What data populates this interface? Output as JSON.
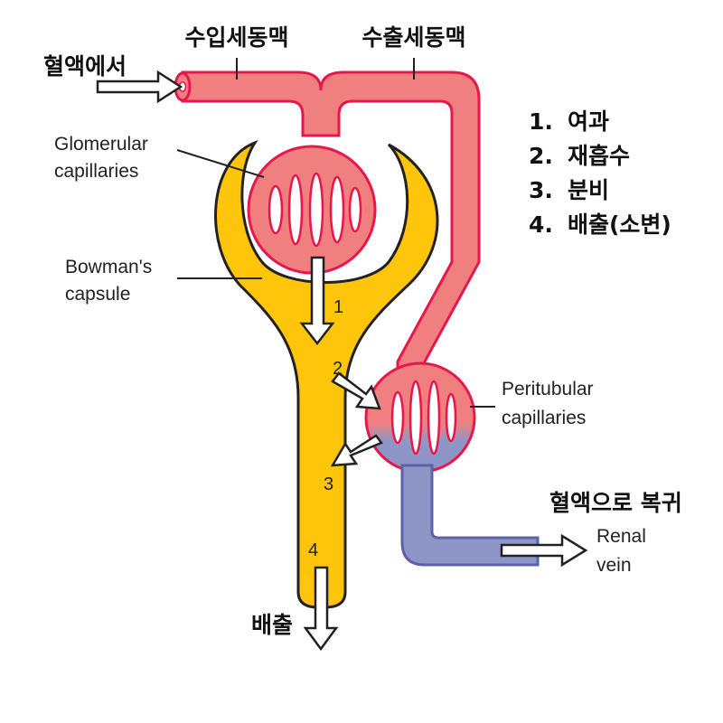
{
  "labels": {
    "from_blood": "혈액에서",
    "afferent": "수입세동맥",
    "efferent": "수출세동맥",
    "glomerular": [
      "Glomerular",
      "capillaries"
    ],
    "bowman": [
      "Bowman's",
      "capsule"
    ],
    "peritubular": [
      "Peritubular",
      "capillaries"
    ],
    "return_blood": "혈액으로 복귀",
    "renal_vein": [
      "Renal",
      "vein"
    ],
    "excretion": "배출"
  },
  "steps": [
    {
      "num": "1",
      "text": "1.",
      "label": "여과"
    },
    {
      "num": "2",
      "text": "2.",
      "label": "재흡수"
    },
    {
      "num": "3",
      "text": "3.",
      "label": "분비"
    },
    {
      "num": "4",
      "text": "4.",
      "label": "배출(소변)"
    }
  ],
  "colors": {
    "blood": "#f08080",
    "vessel_edge": "#e8174a",
    "capsule": "#ffc50a",
    "vein": "#8e95c7",
    "outline": "#222222"
  }
}
